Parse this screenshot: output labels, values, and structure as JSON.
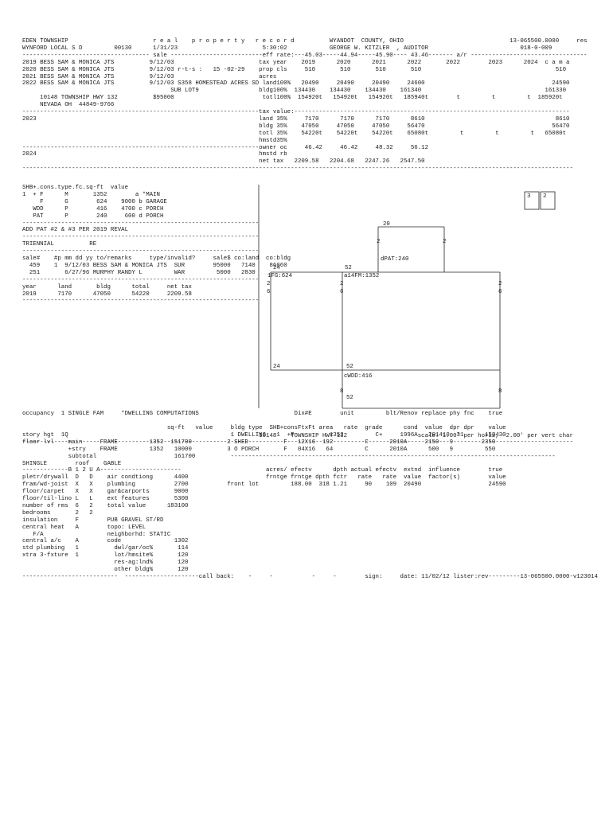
{
  "report_lines": [
    "EDEN TOWNSHIP                        r e a l    p r o p e r t y   r e c o r d          WYANDOT  COUNTY, OHIO                              13-065500.0000     res",
    "WYNFORD LOCAL S D         00130      1/31/23                        5:30:02            GEORGE W. KITZLER  , AUDITOR                          018-0-009",
    "------------------------------------ sale --------------------------eff rate:---45.03-----44.94-----45.90---- 43.46------- a/r ---------------------------------",
    "2019 BESS SAM & MONICA JTS          9/12/03                        tax year    2019      2020      2021      2022       2022        2023      2024  c a m a",
    "2020 BESS SAM & MONICA JTS          9/12/03 r-t-s :   15 -02-29    prop cls     510       510       510       510                                      510",
    "2021 BESS SAM & MONICA JTS          9/12/03                        acres",
    "2022 BESS SAM & MONICA JTS          9/12/03 S358 HOMESTEAD ACRES SD land100%   20490     20490     20490     24600                                    24590",
    "                                          SUB LOT9                 bldg100%  134430    134430    134430    161340                                   161330",
    "     10148 TOWNSHIP HWY 132          $95000                         totl100%  154920t   154920t   154920t   185940t        t         t         t  185920t",
    "     NEVADA OH  44849-9766",
    "-------------------------------------------------------------------tax value:------------------------------------------------------------------------------",
    "2023                                                               land 35%     7170      7170      7170      8610                                     8610",
    "                                                                   bldg 35%    47050     47050     47050     56470                                    56470",
    "                                                                   totl 35%    54220t    54220t    54220t    65080t         t         t         t   65080t",
    "                                                                   hmstd35%",
    "-------------------------------------------------------------------owner oc     46.42     46.42     48.32     56.12",
    "2024                                                               hmstd rb",
    "                                                                   net tax   2209.58   2204.68   2247.26   2547.50",
    "------------------------------------------------------------------------------------------------------------------------------------------------------------",
    "SHB+.cons.type.fc.sq-ft  value",
    "1  + F      M       1352        a *MAIN",
    "     F      G        624    9000 b GARAGE",
    "   WDD      P        416    4700 c PORCH",
    "   PAT      P        240     600 d PORCH",
    "-------------------------------------------------------------------",
    "ADD PAT #2 & #3 PER 2019 REVAL",
    "-------------------------------------------------------------------",
    "TRIENNIAL          RE",
    "-------------------------------------------------------------------",
    "sale#    #p mm dd yy to/remarks     type/invalid?     sale$ co:land  co:bldg",
    "  459    1  9/12/03 BESS SAM & MONICA JTS  SUR        95000   7140    86060",
    "  251       6/27/96 MURPHY RANDY L         WAR         5000   2830",
    "-------------------------------------------------------------------",
    "year      land       bldg      total     net tax",
    "2019      7170      47050      54220     2209.58",
    "-------------------------------------------------------------------",
    "",
    "",
    "",
    "",
    "",
    "",
    "",
    "",
    "",
    "",
    "",
    "",
    "",
    "",
    "",
    "",
    "",
    "",
    "                                                                   10148    TOWNSHIP HWY 132                    scale: 1.00' per horiz,  2.00' per vert char",
    "------------------------------------------------------------------------------------------------------------------------------------------------------------",
    "occupancy  1 SINGLE FAM     *DWELLING COMPUTATIONS                           Dix#E        unit         blt/Renov replace phy fnc    true",
    "                                         sq-ft   value     bldg type  SHB+consFtxFt area   rate  grade      cond  value  dpr dpr    value",
    "story hgt  1Q                                              1 DWELLING   1  +F          1352         C+     1996A   201410  31      158430",
    "floor lvl    main     FRAME         1352  151700          2 SHED          F   12X16  192         C      2010A     2150   9        2350",
    "             +stry    FRAME         1352   10000          3 O PORCH       F   04X16   64         C      2010A      500   9         550",
    "             subtotal                      161700          --------------------------------------------------------------------------------------------",
    "SHINGLE        roof    GABLE",
    "-------------B 1 2 U A-----------------------                        acres/ efectv      dpth actual efectv  extnd  influence        true",
    "pletr/drywall  D   D    air condtiong      4400                      frntge frntge dpth fctr   rate   rate  value  factor(s)        value",
    "fram/wd-joist  X   X    plumbing           2700           front lot         188.00  318 1.21     90    109  20490                   24590",
    "floor/carpet   X   X    gar&carports       9000",
    "floor/til-lino L   L    ext features       5300",
    "number of rms  6   2    total value      183100",
    "bedrooms       2   2",
    "insulation     F        PUB GRAVEL ST/RD",
    "central heat   A        topo: LEVEL",
    "   F/A                  neighborhd: STATIC",
    "central a/c    A        code               1302",
    "std plumbing   1          dwl/gar/oc%       114",
    "xtra 3-fxture  1          lot/hmsite%       120",
    "                          res-ag:lnd%       120",
    "                          other bldg%       120",
    "---------------------------  ---------------------call back:    -     -           -     -        sign:     date: 11/02/12 lister:rev---------13-065500.0000-v123014"
  ],
  "sketch": {
    "labels": {
      "top_width": "20",
      "top_height": "2",
      "patio": "dPAT:240",
      "main_width": "24",
      "main_label": "1FG:624",
      "main_height": "6",
      "left_height": "2",
      "right_width": "52",
      "right_label": "a14FM:1352",
      "right_height_top": "2",
      "right_height_left": "6",
      "far_right_top": "2",
      "far_right_mid": "6",
      "bottom_width_a": "24",
      "bottom_width_b": "52",
      "deck_label": "cWDD:416",
      "deck_height": "8",
      "deck_height_r": "8",
      "deck_width": "52",
      "box_a": "3",
      "box_b": "2"
    }
  }
}
